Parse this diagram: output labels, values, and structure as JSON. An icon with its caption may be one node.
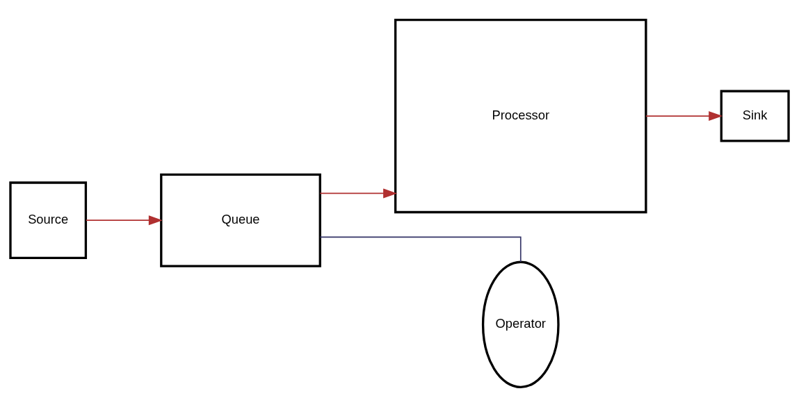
{
  "diagram": {
    "nodes": [
      {
        "text": [
          "Source"
        ]
      },
      {
        "text": [
          "Queue"
        ]
      },
      {
        "text": [
          "Processor"
        ]
      },
      {
        "text": [
          "Sink"
        ]
      },
      {
        "text": [
          "Operator"
        ]
      }
    ],
    "edges": [
      {
        "from": 0,
        "to": 1,
        "arrow": "to"
      },
      {
        "from": 1,
        "to": 2,
        "arrow": "to"
      },
      {
        "from": 2,
        "to": 3,
        "arrow": "to"
      },
      {
        "from": 1,
        "to": 4,
        "arrow": "none",
        "color": "#333366"
      }
    ]
  }
}
